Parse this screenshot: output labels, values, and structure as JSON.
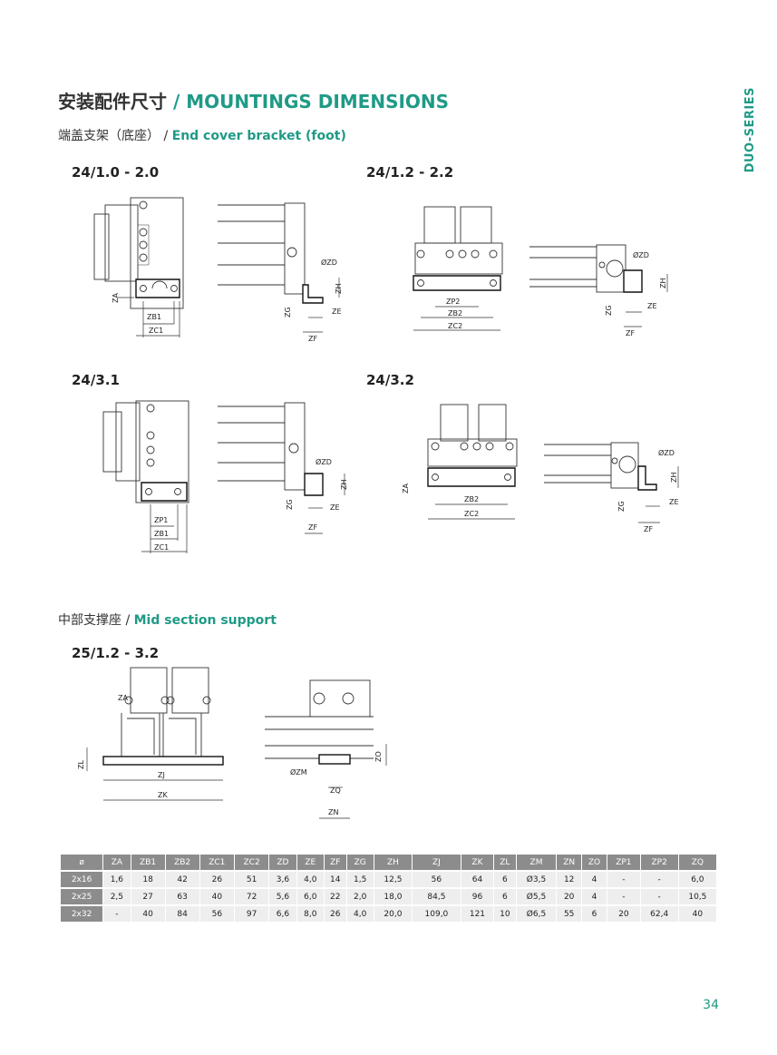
{
  "title": {
    "cn": "安装配件尺寸",
    "sep": " / ",
    "en": "MOUNTINGS DIMENSIONS"
  },
  "side_label": "DUO-SERIES",
  "section1": {
    "cn": "端盖支架（底座）",
    "sep": " / ",
    "en": "End cover bracket (foot)"
  },
  "section2": {
    "cn": "中部支撑座",
    "sep": " / ",
    "en": "Mid section support"
  },
  "figures": {
    "f1": "24/1.0 - 2.0",
    "f2": "24/1.2 - 2.2",
    "f3": "24/3.1",
    "f4": "24/3.2",
    "f5": "25/1.2 - 3.2"
  },
  "dims": {
    "ZA": "ZA",
    "ZB1": "ZB1",
    "ZB2": "ZB2",
    "ZC1": "ZC1",
    "ZC2": "ZC2",
    "ZD": "ØZD",
    "ZE": "ZE",
    "ZF": "ZF",
    "ZG": "ZG",
    "ZH": "ZH",
    "ZP1": "ZP1",
    "ZP2": "ZP2",
    "ZJ": "ZJ",
    "ZK": "ZK",
    "ZL": "ZL",
    "ZM": "ØZM",
    "ZN": "ZN",
    "ZO": "ZO",
    "ZQ": "ZQ"
  },
  "table": {
    "headers": [
      "ø",
      "ZA",
      "ZB1",
      "ZB2",
      "ZC1",
      "ZC2",
      "ZD",
      "ZE",
      "ZF",
      "ZG",
      "ZH",
      "ZJ",
      "ZK",
      "ZL",
      "ZM",
      "ZN",
      "ZO",
      "ZP1",
      "ZP2",
      "ZQ"
    ],
    "rows": [
      [
        "2x16",
        "1,6",
        "18",
        "42",
        "26",
        "51",
        "3,6",
        "4,0",
        "14",
        "1,5",
        "12,5",
        "56",
        "64",
        "6",
        "Ø3,5",
        "12",
        "4",
        "-",
        "-",
        "6,0"
      ],
      [
        "2x25",
        "2,5",
        "27",
        "63",
        "40",
        "72",
        "5,6",
        "6,0",
        "22",
        "2,0",
        "18,0",
        "84,5",
        "96",
        "6",
        "Ø5,5",
        "20",
        "4",
        "-",
        "-",
        "10,5"
      ],
      [
        "2x32",
        "-",
        "40",
        "84",
        "56",
        "97",
        "6,6",
        "8,0",
        "26",
        "4,0",
        "20,0",
        "109,0",
        "121",
        "10",
        "Ø6,5",
        "55",
        "6",
        "20",
        "62,4",
        "40"
      ]
    ]
  },
  "page_number": "34"
}
